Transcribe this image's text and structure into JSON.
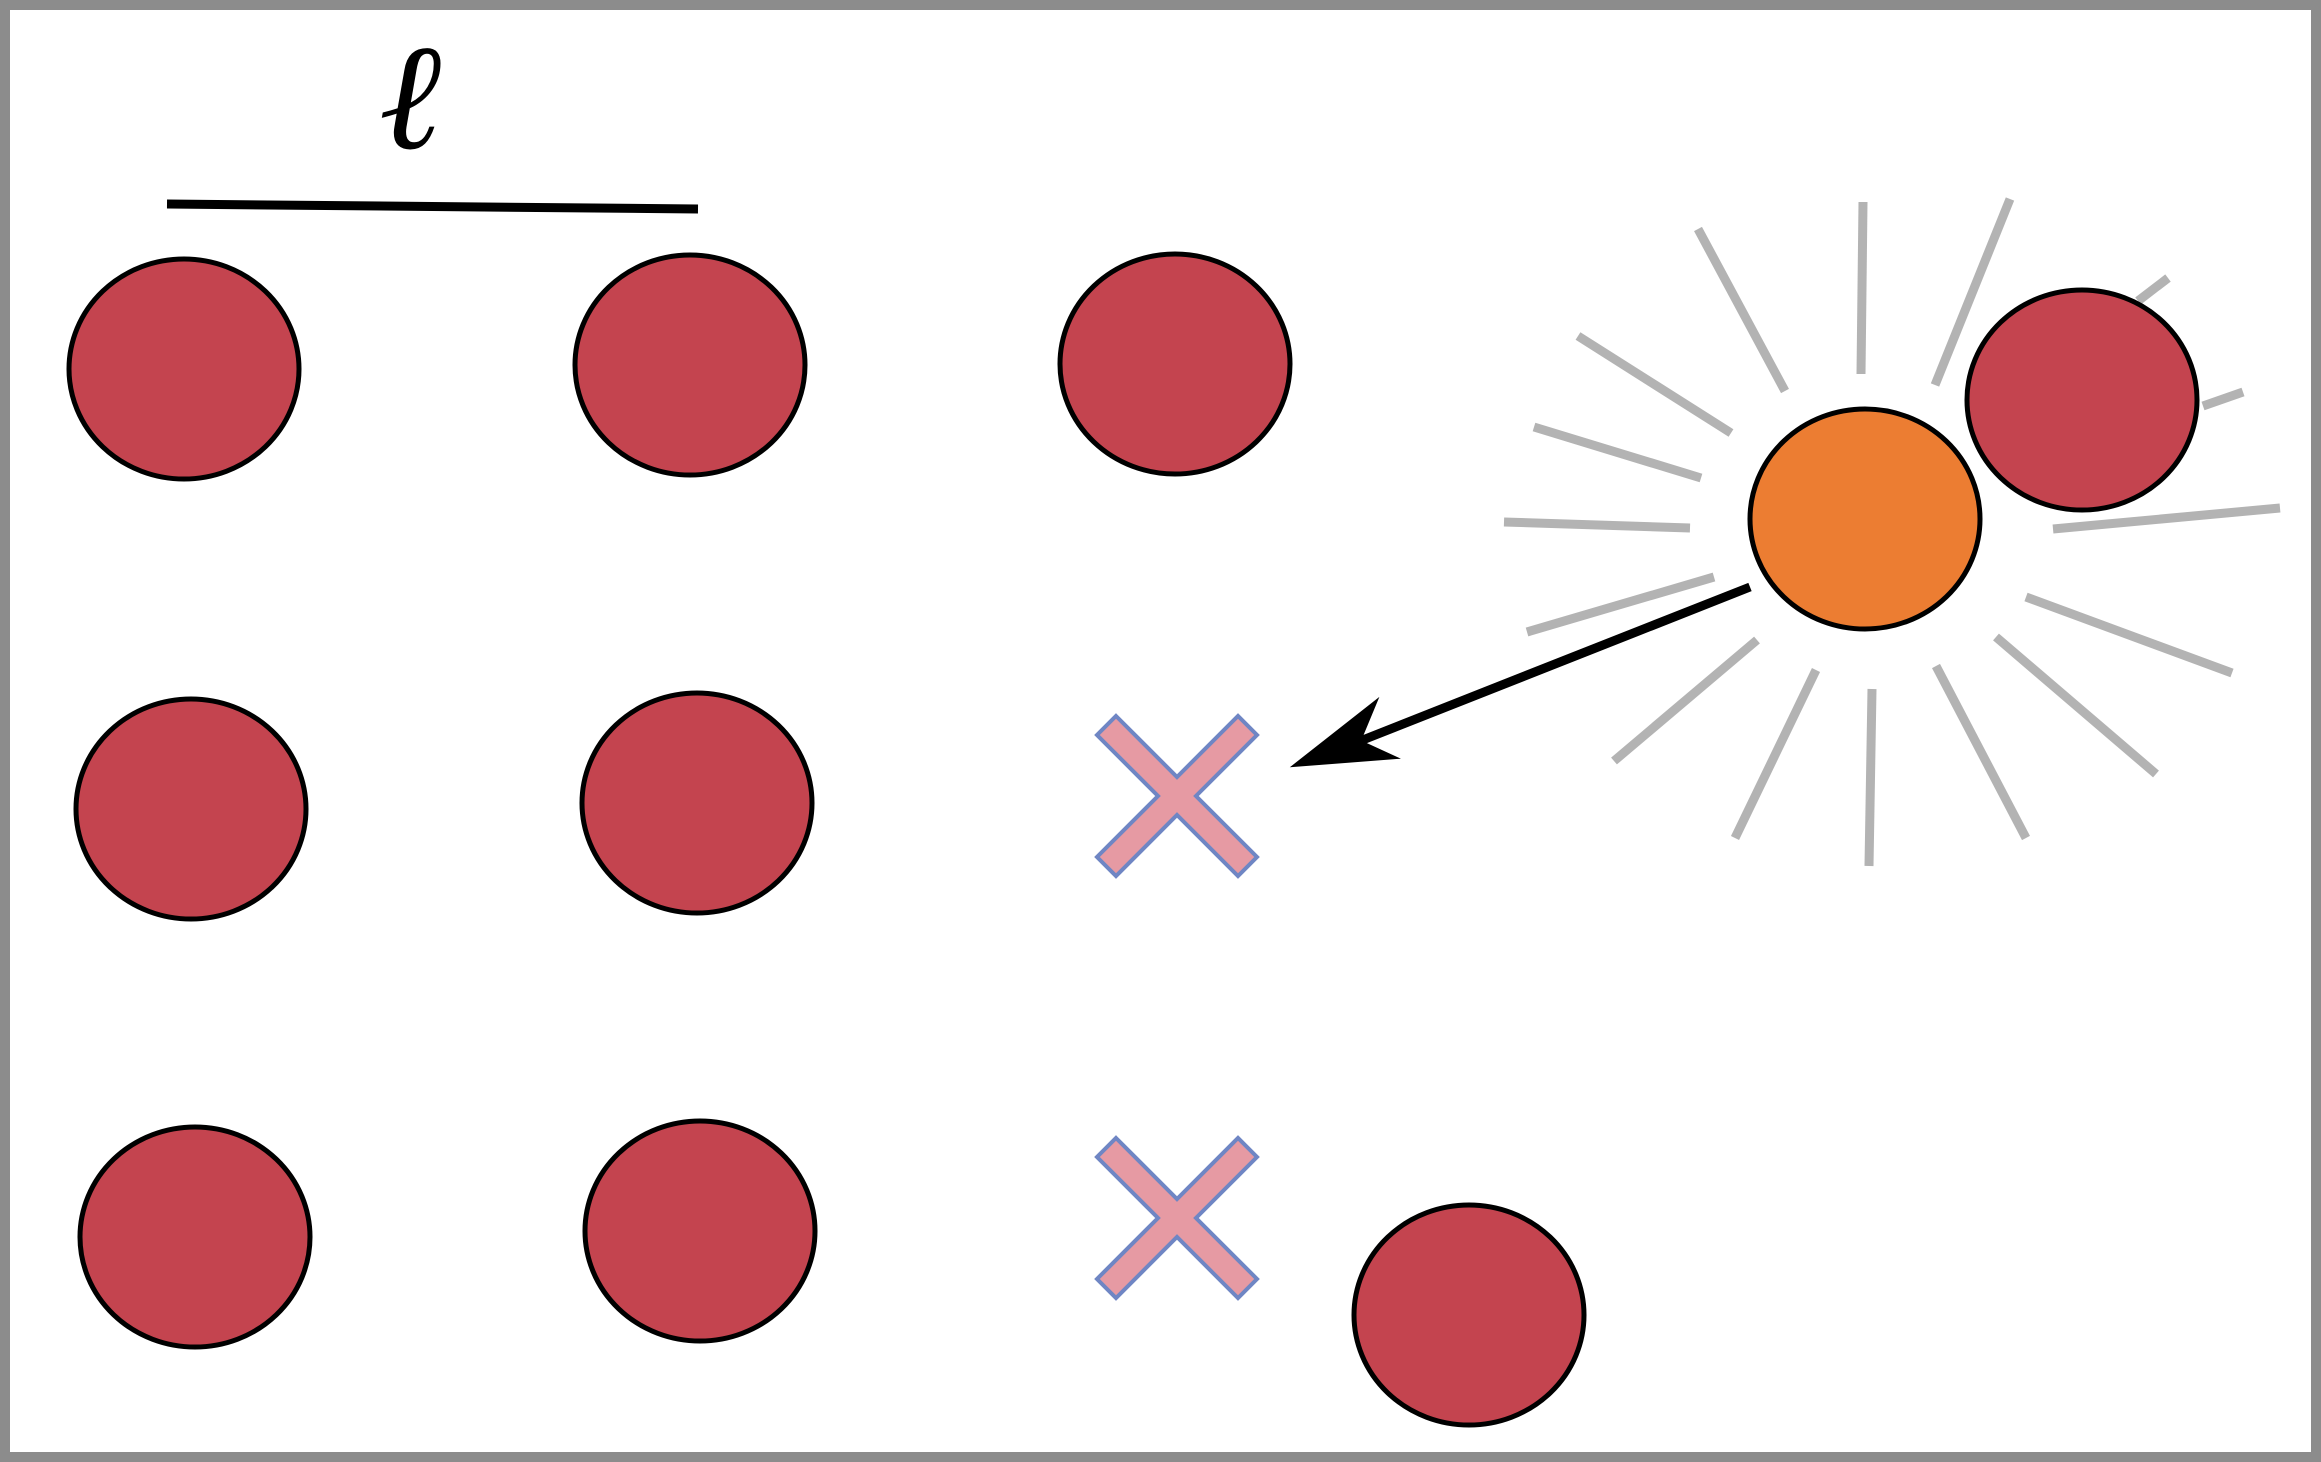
{
  "diagram": {
    "length_symbol": "ℓ",
    "colors": {
      "frame": "#8c8c8c",
      "atom_fill": "#c4444f",
      "atom_outline": "#000000",
      "excited_atom_fill": "#ec7d32",
      "ray_color": "#b3b3b3",
      "arrow_color": "#000000",
      "vacancy_fill": "#e69aa3",
      "vacancy_outline": "#6f86c4"
    },
    "lattice": {
      "rows": 3,
      "columns": 3,
      "vacancies": 2,
      "displaced_atoms": 2,
      "excited_atoms": 1
    }
  }
}
